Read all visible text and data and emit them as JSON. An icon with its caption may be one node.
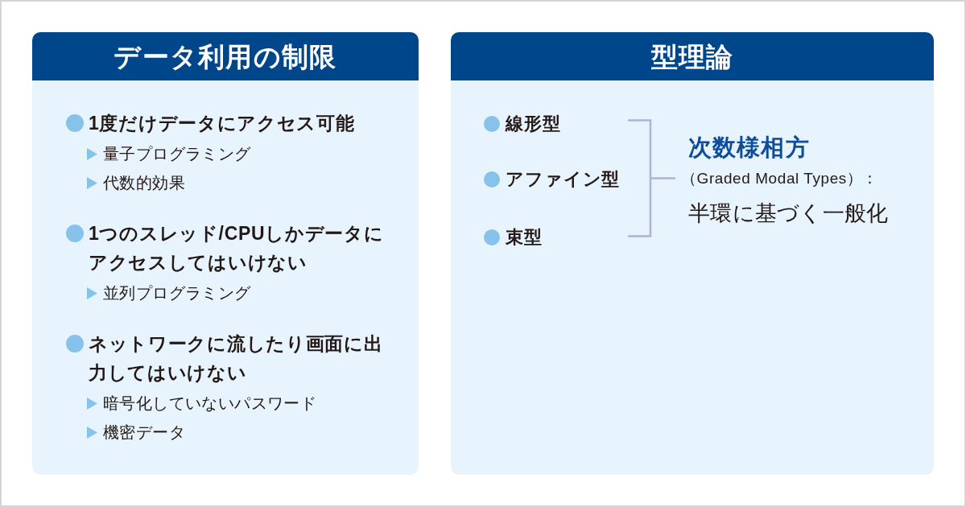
{
  "diagram": {
    "nodes": [
      {
        "text": [
          "データ利用の制限",
          "1度だけデータにアクセス可能",
          "量子プログラミング",
          "代数的効果",
          "1つのスレッド/CPUしかデータにアクセスしてはいけない",
          "並列プログラミング",
          "ネットワークに流したり画面に出力してはいけない",
          "暗号化していないパスワード",
          "機密データ"
        ]
      },
      {
        "text": [
          "型理論",
          "線形型",
          "アファイン型",
          "束型",
          "次数様相方",
          "（Graded Modal Types）：",
          "半環に基づく一般化"
        ]
      }
    ]
  }
}
